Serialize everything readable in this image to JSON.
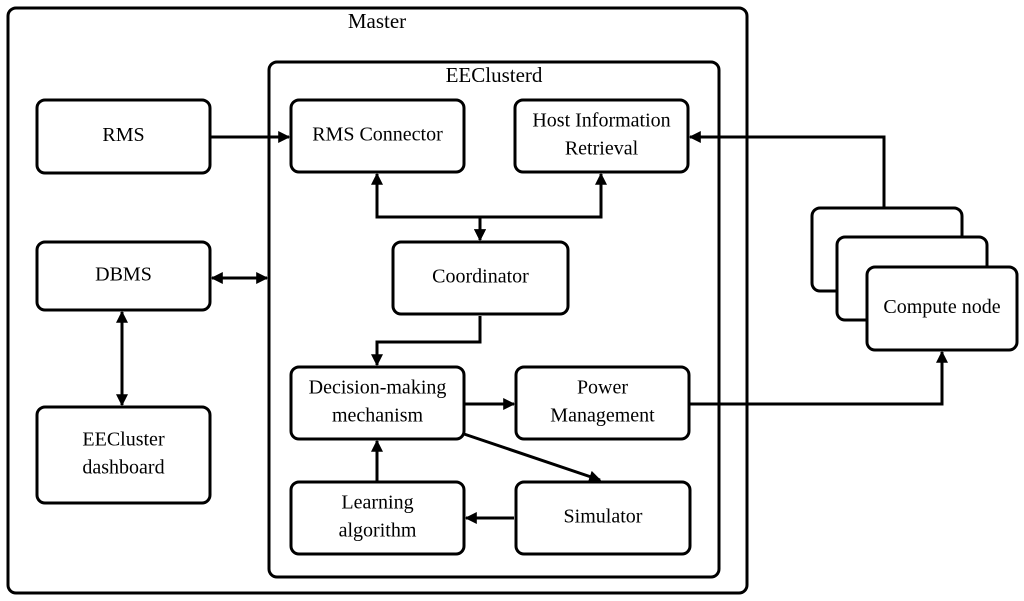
{
  "master": {
    "title": "Master"
  },
  "eeclusterd": {
    "title": "EEClusterd"
  },
  "nodes": {
    "rms": [
      "RMS"
    ],
    "dbms": [
      "DBMS"
    ],
    "dashboard": [
      "EECluster",
      "dashboard"
    ],
    "rms_connector": [
      "RMS Connector"
    ],
    "host_info": [
      "Host Information",
      "Retrieval"
    ],
    "coordinator": [
      "Coordinator"
    ],
    "decision": [
      "Decision-making",
      "mechanism"
    ],
    "power": [
      "Power",
      "Management"
    ],
    "learning": [
      "Learning",
      "algorithm"
    ],
    "simulator": [
      "Simulator"
    ],
    "compute": [
      "Compute node"
    ]
  },
  "edges": [
    {
      "from": "rms",
      "to": "rms_connector",
      "type": "arrow"
    },
    {
      "from": "coordinator",
      "to": "rms_connector",
      "type": "bidirectional"
    },
    {
      "from": "coordinator",
      "to": "host_info",
      "type": "bidirectional"
    },
    {
      "from": "compute",
      "to": "host_info",
      "type": "arrow"
    },
    {
      "from": "dbms",
      "to": "eeclusterd",
      "type": "bidirectional"
    },
    {
      "from": "dbms",
      "to": "dashboard",
      "type": "bidirectional"
    },
    {
      "from": "coordinator",
      "to": "decision",
      "type": "arrow"
    },
    {
      "from": "decision",
      "to": "power",
      "type": "arrow"
    },
    {
      "from": "power",
      "to": "compute",
      "type": "arrow"
    },
    {
      "from": "decision",
      "to": "simulator",
      "type": "arrow"
    },
    {
      "from": "simulator",
      "to": "learning",
      "type": "arrow"
    },
    {
      "from": "learning",
      "to": "decision",
      "type": "arrow"
    }
  ]
}
